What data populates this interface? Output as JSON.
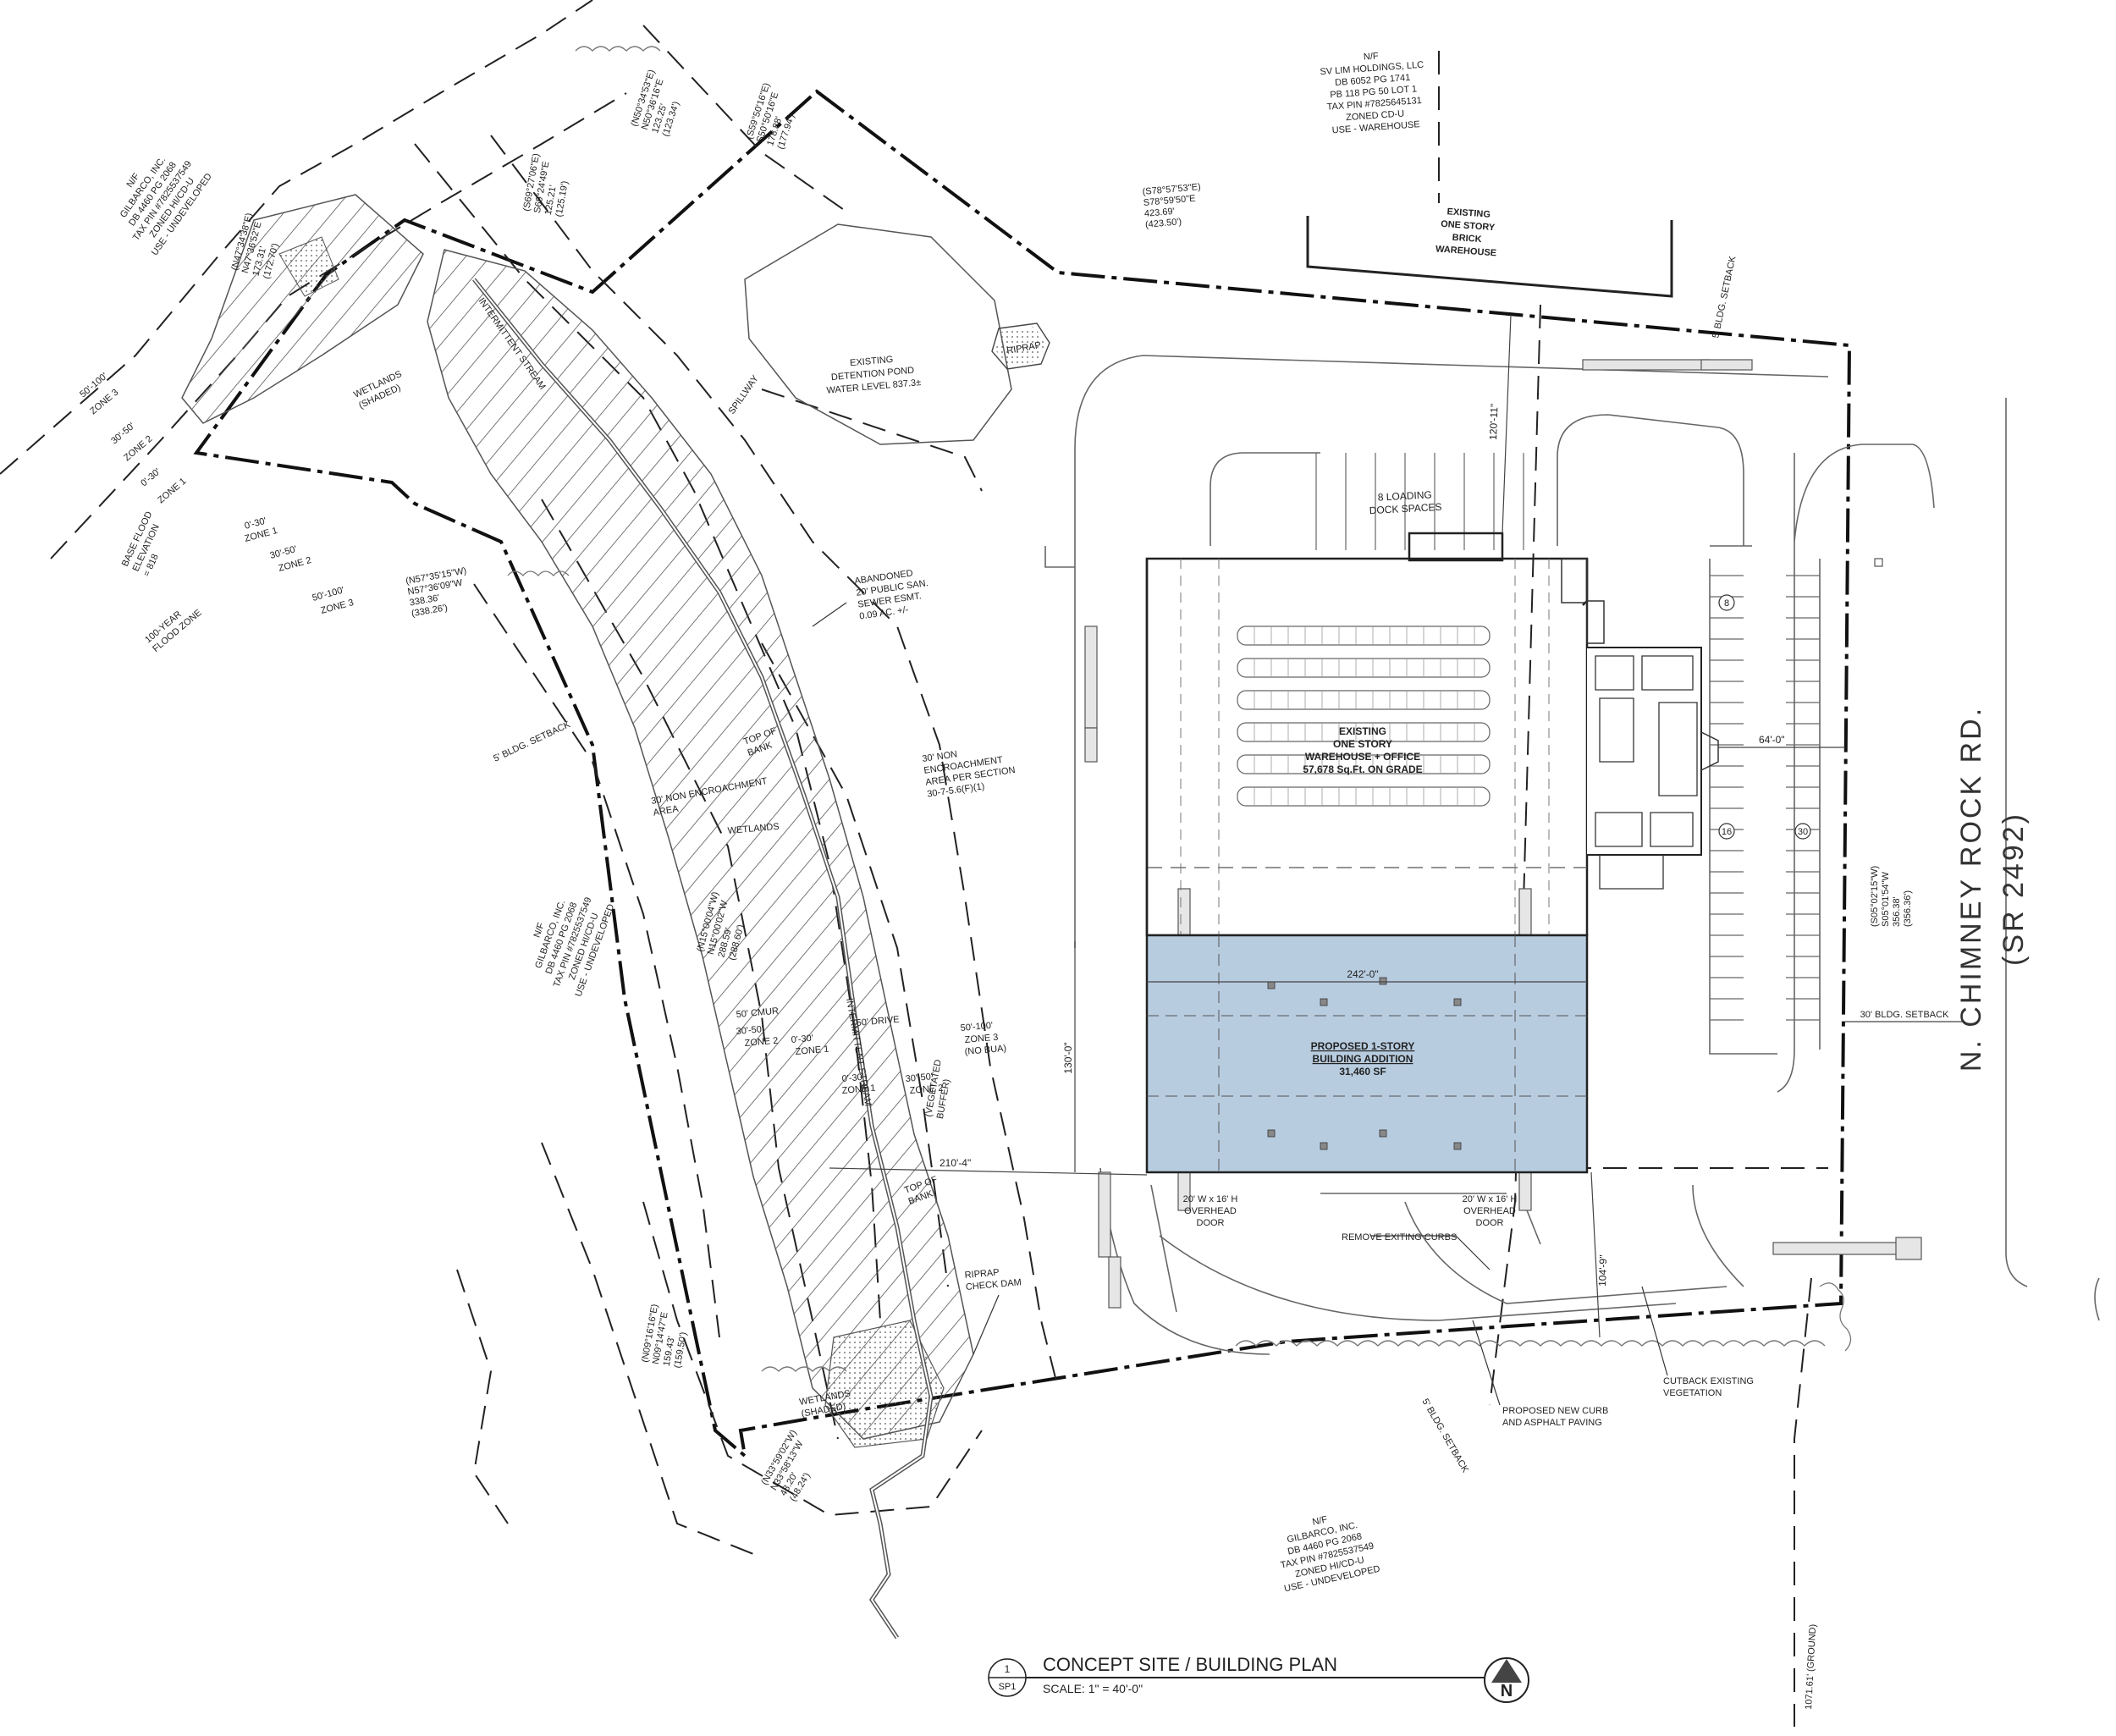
{
  "neighbors": {
    "north": [
      "N/F",
      "SV LIM HOLDINGS, LLC",
      "DB 6052 PG 1741",
      "PB 118 PG 50 LOT 1",
      "TAX PIN #7825645131",
      "ZONED CD-U",
      "USE - WAREHOUSE"
    ],
    "northwest": [
      "N/F",
      "GILBARCO, INC.",
      "DB 4460 PG 2068",
      "TAX PIN #7825537549",
      "ZONED HI/CD-U",
      "USE - UNDEVELOPED"
    ],
    "west": [
      "N/F",
      "GILBARCO, INC.",
      "DB 4460 PG 2068",
      "TAX PIN #7825537549",
      "ZONED HI/CD-U",
      "USE - UNDEVELOPED"
    ],
    "south": [
      "N/F",
      "GILBARCO, INC.",
      "DB 4460 PG 2068",
      "TAX PIN #7825537549",
      "ZONED HI/CD-U",
      "USE - UNDEVELOPED"
    ]
  },
  "existing_warehouse_north": [
    "EXISTING",
    "ONE STORY",
    "BRICK",
    "WAREHOUSE"
  ],
  "detention_pond": [
    "EXISTING",
    "DETENTION POND",
    "WATER LEVEL 837.3±"
  ],
  "labels": {
    "riprap": "RIPRAP",
    "spillway": "SPILLWAY",
    "loading": [
      "8 LOADING",
      "DOCK SPACES"
    ],
    "abandoned_sewer": [
      "ABANDONED",
      "20' PUBLIC SAN.",
      "SEWER ESMT.",
      "0.09 AC. +/-"
    ],
    "non_encroach_1": [
      "30' NON",
      "ENCROACHMENT",
      "AREA PER SECTION",
      "30-7-5.6(F)(1)"
    ],
    "non_encroach_2": [
      "30' NON ENCROACHMENT",
      "AREA"
    ],
    "top_of_bank_1": [
      "TOP OF",
      "BANK"
    ],
    "top_of_bank_2": [
      "TOP OF",
      "BANK"
    ],
    "wetlands_center": "WETLANDS",
    "wetlands_shaded_top": [
      "WETLANDS",
      "(SHADED)"
    ],
    "wetlands_shaded_bottom": [
      "WETLANDS",
      "(SHADED)"
    ],
    "riprap_check_dam": [
      "RIPRAP",
      "CHECK DAM"
    ],
    "setback_nw": "5' BLDG. SETBACK",
    "setback_ne": "5' BLDG. SETBACK",
    "setback_e": "30' BLDG. SETBACK",
    "setback_s": "5' BLDG. SETBACK",
    "zone_50_100": "50'-100'",
    "zone_3": "ZONE 3",
    "zone_30_50": "30'-50'",
    "zone_2": "ZONE 2",
    "zone_0_30": "0'-30'",
    "zone_1": "ZONE 1",
    "zone_50_cmur": "50' CMUR",
    "zone_50_drive": "50' DRIVE",
    "no_bua": "(NO BUA)",
    "base_flood": [
      "BASE FLOOD",
      "ELEVATION",
      "= 818"
    ],
    "flood_zone": [
      "100-YEAR",
      "FLOOD ZONE"
    ],
    "intermittent_stream": "INTERMITTENT STREAM",
    "vegetated_buffer": [
      "(VEGETATED",
      "BUFFER)"
    ]
  },
  "existing_building": {
    "lines": [
      "EXISTING",
      "ONE STORY",
      "WAREHOUSE + OFFICE",
      "57,678 Sq.Ft. ON GRADE"
    ]
  },
  "addition": {
    "lines": [
      "PROPOSED 1-STORY",
      "BUILDING ADDITION",
      "31,460 SF"
    ],
    "fill": "#b8cce0"
  },
  "dimensions": {
    "width": "242'-0\"",
    "height": "130'-0\"",
    "west_offset": "210'-4\"",
    "east_offset": "64'-0\"",
    "north_offset": "120'-11\"",
    "south_offset": "104'-9\""
  },
  "doors": [
    [
      "20' W x 16' H",
      "OVERHEAD",
      "DOOR"
    ],
    [
      "20' W x 16' H",
      "OVERHEAD",
      "DOOR"
    ]
  ],
  "notes": {
    "remove_curbs": "REMOVE EXITING CURBS",
    "new_curb": [
      "PROPOSED NEW CURB",
      "AND ASPHALT PAVING"
    ],
    "cutback": [
      "CUTBACK EXISTING",
      "VEGETATION"
    ]
  },
  "parking_numbers": [
    "8",
    "16",
    "30"
  ],
  "bearings": {
    "b1": [
      "(S59°50'16\"E)",
      "S50°50'16\"E",
      "178.88'",
      "(177.94')"
    ],
    "b2": [
      "(S78°57'53\"E)",
      "S78°59'50\"E",
      "423.69'",
      "(423.50')"
    ],
    "b3": [
      "(N50°34'53\"E)",
      "N50°36'16\"E",
      "123.25'",
      "(123.34')"
    ],
    "b4": [
      "(S69°27'06\"E)",
      "S69°24'49\"E",
      "125.21'",
      "(125.19')"
    ],
    "b5": [
      "(N47°34'38\"E)",
      "N47°36'52\"E",
      "173.31'",
      "(172.70')"
    ],
    "b6": [
      "(N57°35'15\"W)",
      "N57°36'09\"W",
      "338.36'",
      "(338.26')"
    ],
    "b7": [
      "(N15°00'04\"W)",
      "N15°00'02\"W",
      "288.59'",
      "(288.60')"
    ],
    "b8": [
      "(S05°02'15\"W)",
      "S05°01'54\"W",
      "356.38'",
      "(356.36')"
    ],
    "b9": [
      "(N09°16'16\"E)",
      "N09°14'47\"E",
      "159.43'",
      "(159.50')"
    ],
    "b10": [
      "(N33°59'02\"W)",
      "N33°58'13\"W",
      "48.20'",
      "(48.24')"
    ],
    "b11": "1071.61' (GROUND)"
  },
  "road": {
    "name": "N. CHIMNEY ROCK RD.",
    "route": "(SR 2492)"
  },
  "title_block": {
    "number": "1",
    "sheet": "SP1",
    "title": "CONCEPT SITE / BUILDING PLAN",
    "scale": "SCALE: 1\" = 40'-0\"",
    "north": "N"
  }
}
